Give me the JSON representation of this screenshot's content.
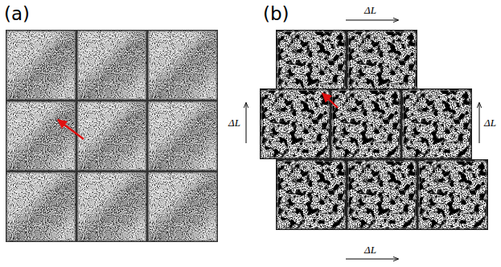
{
  "diagram": {
    "labels": [
      "(a)",
      "(b)",
      "ΔL",
      "ΔL",
      "ΔL",
      "ΔL"
    ]
  }
}
